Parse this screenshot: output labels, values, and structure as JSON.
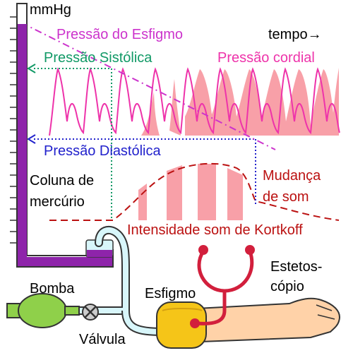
{
  "labels": {
    "unit": "mmHg",
    "cuff_pressure": "Pressão do Esfigmo",
    "time": "tempo→",
    "systolic": "Pressão Sistólica",
    "arterial": "Pressão cordial",
    "diastolic": "Pressão Diastólica",
    "column_line1": "Coluna de",
    "column_line2": "mercúrio",
    "sound_change_line1": "Mudança",
    "sound_change_line2": "de som",
    "korotkoff": "Intensidade som de Kortkoff",
    "stethoscope_line1": "Estetos-",
    "stethoscope_line2": "cópio",
    "bulb": "Bomba",
    "cuff": "Esfigmo",
    "valve": "Válvula"
  },
  "colors": {
    "mercury": "#8e24aa",
    "cuff_line": "#cc33cc",
    "pulse": "#ee33aa",
    "pulse_fill": "#f8a0a8",
    "systolic": "#119966",
    "diastolic": "#2222cc",
    "korotkoff": "#bb1111",
    "tube": "#d8f6fa",
    "bulb": "#8fd04a",
    "cuff_fill": "#f5c518",
    "arm": "#ffd2a8",
    "stethoscope": "#d21f3c"
  }
}
